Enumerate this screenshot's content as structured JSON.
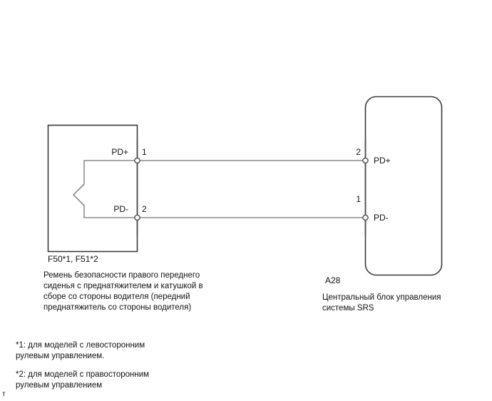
{
  "diagram": {
    "title": "SRS Pretensioner Wiring Diagram",
    "colors": {
      "outline": "#3a3a3a",
      "wire": "#8c8c8c",
      "bracket": "#8c8c8c",
      "terminal_fill": "#ffffff",
      "terminal_stroke": "#4a4a4a",
      "background": "#ffffff",
      "text": "#111111"
    }
  },
  "left_component": {
    "code": "F50*1, F51*2",
    "description": "Ремень безопасности правого переднего\nсиденья с преднатяжителем и катушкой в\nсборе со стороны водителя (передний\nпреднатяжитель со стороны водителя)",
    "pins": [
      {
        "name": "PD+",
        "number": "1"
      },
      {
        "name": "PD-",
        "number": "2"
      }
    ]
  },
  "right_component": {
    "code": "A28",
    "description": "Центральный блок управления\nсистемы SRS",
    "pins": [
      {
        "name": "PD+",
        "number": "2"
      },
      {
        "name": "PD-",
        "number": "1"
      }
    ]
  },
  "footnotes": [
    "*1: для моделей с левосторонним\nрулевым управлением.",
    "*2: для моделей с правосторонним\nрулевым управлением"
  ],
  "stray": {
    "char": "т"
  }
}
